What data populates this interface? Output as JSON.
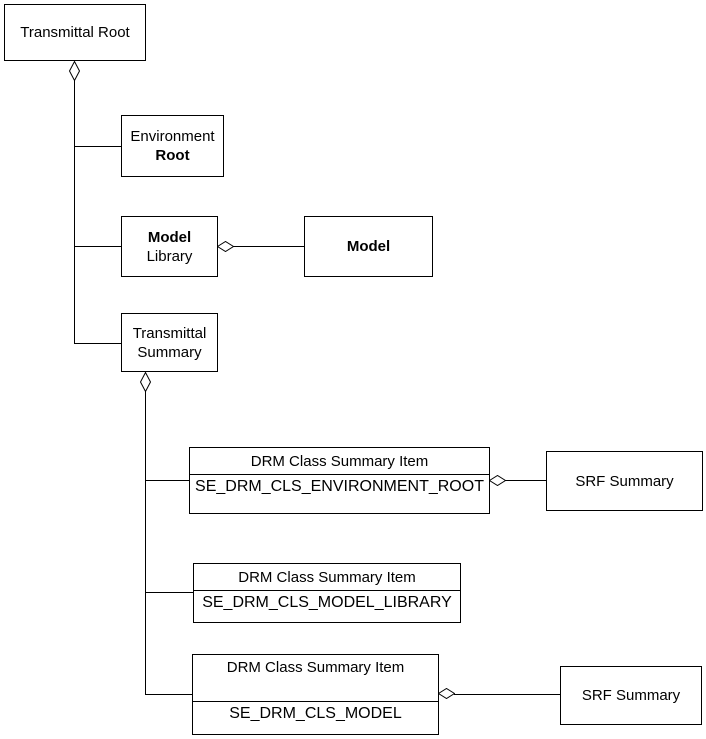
{
  "diagram": {
    "type": "uml-aggregation-diagram",
    "colors": {
      "line": "#000000",
      "text": "#000000",
      "background": "#ffffff",
      "node_fill": "#ffffff"
    },
    "nodes": {
      "transmittal_root": {
        "label": "Transmittal Root"
      },
      "environment_root": {
        "line1": "Environment",
        "line2": "Root"
      },
      "model_library": {
        "line1": "Model",
        "line2": "Library"
      },
      "model": {
        "label": "Model"
      },
      "transmittal_summary": {
        "line1": "Transmittal",
        "line2": "Summary"
      },
      "drm_item_1": {
        "header": "DRM Class Summary Item",
        "value": "SE_DRM_CLS_ENVIRONMENT_ROOT"
      },
      "drm_item_2": {
        "header": "DRM Class Summary Item",
        "value": "SE_DRM_CLS_MODEL_LIBRARY"
      },
      "drm_item_3": {
        "header": "DRM Class Summary Item",
        "value": "SE_DRM_CLS_MODEL"
      },
      "srf_summary_1": {
        "label": "SRF Summary"
      },
      "srf_summary_2": {
        "label": "SRF Summary"
      }
    },
    "relationships": [
      {
        "type": "aggregation",
        "parent": "Transmittal Root",
        "children": [
          "Environment Root",
          "Model Library",
          "Transmittal Summary"
        ]
      },
      {
        "type": "aggregation",
        "parent": "Model Library",
        "children": [
          "Model"
        ]
      },
      {
        "type": "aggregation",
        "parent": "Transmittal Summary",
        "children": [
          "DRM Class Summary Item / SE_DRM_CLS_ENVIRONMENT_ROOT",
          "DRM Class Summary Item / SE_DRM_CLS_MODEL_LIBRARY",
          "DRM Class Summary Item / SE_DRM_CLS_MODEL"
        ]
      },
      {
        "type": "aggregation",
        "parent": "DRM Class Summary Item / SE_DRM_CLS_ENVIRONMENT_ROOT",
        "children": [
          "SRF Summary"
        ]
      },
      {
        "type": "aggregation",
        "parent": "DRM Class Summary Item / SE_DRM_CLS_MODEL",
        "children": [
          "SRF Summary"
        ]
      }
    ]
  }
}
